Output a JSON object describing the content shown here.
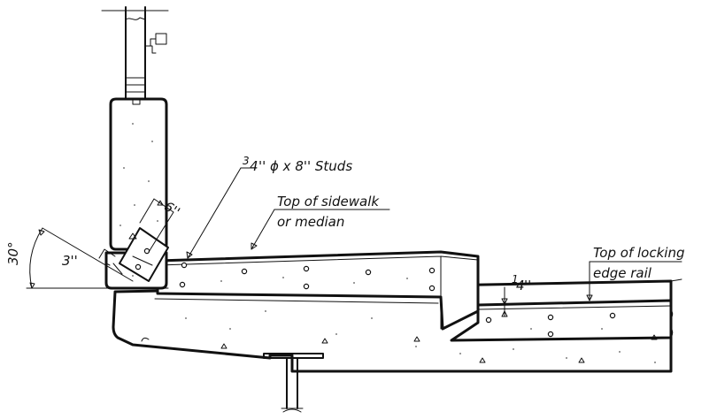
{
  "labels": {
    "studs_num": "3",
    "studs_den": "4",
    "studs_rest": "'' ϕ x 8'' Studs",
    "sidewalk_line1": "Top of sidewalk",
    "sidewalk_line2": "or median",
    "rail_line1": "Top of locking",
    "rail_line2": "edge rail",
    "dim_quarter_num": "1",
    "dim_quarter_den": "4",
    "dim_quarter_unit": "''",
    "dim_six": "6''",
    "dim_three": "3''",
    "dim_angle": "30°"
  }
}
